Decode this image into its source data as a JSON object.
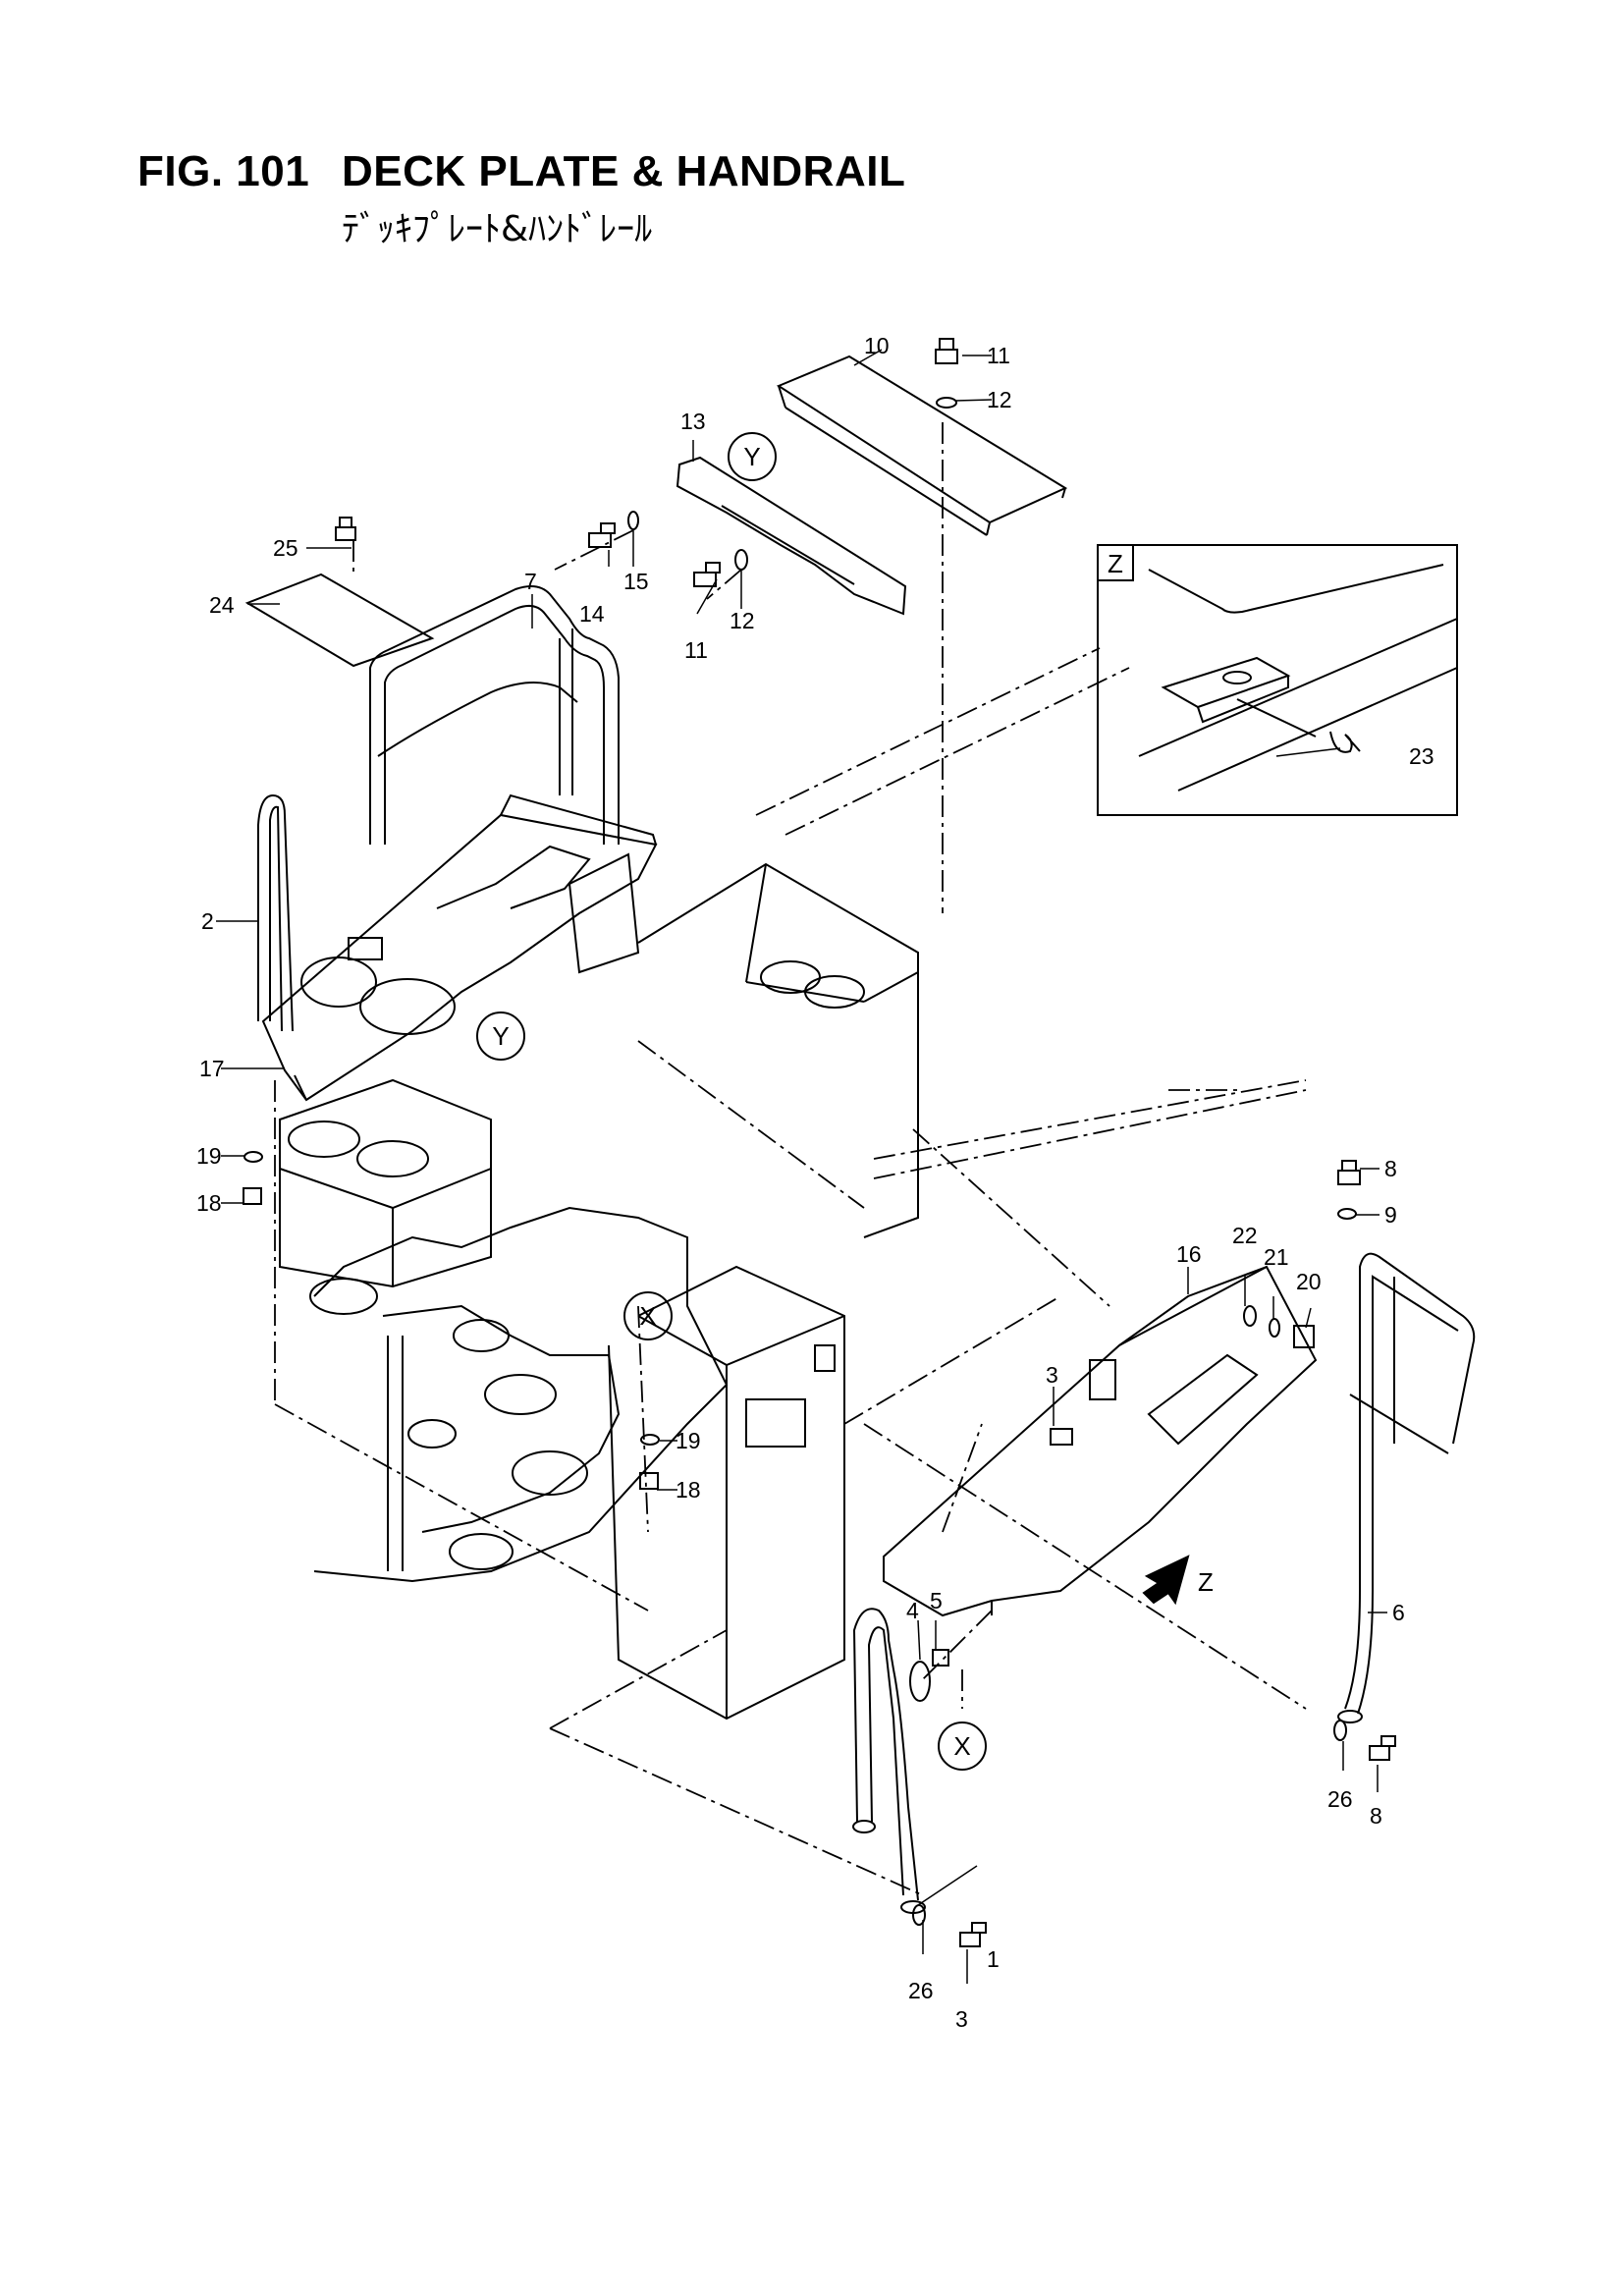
{
  "header": {
    "fig_number": "FIG. 101",
    "title_en": "DECK PLATE & HANDRAIL",
    "title_jp": "ﾃﾞｯｷﾌﾟﾚｰﾄ&ﾊﾝﾄﾞﾚｰﾙ"
  },
  "detail_view": {
    "label": "Z"
  },
  "view_markers": {
    "x": "X",
    "y": "Y",
    "z": "Z"
  },
  "callouts": [
    "1",
    "2",
    "3",
    "3",
    "4",
    "5",
    "6",
    "7",
    "8",
    "8",
    "9",
    "10",
    "11",
    "11",
    "12",
    "12",
    "13",
    "14",
    "15",
    "16",
    "17",
    "18",
    "18",
    "19",
    "19",
    "20",
    "21",
    "22",
    "23",
    "24",
    "25",
    "26",
    "26"
  ]
}
